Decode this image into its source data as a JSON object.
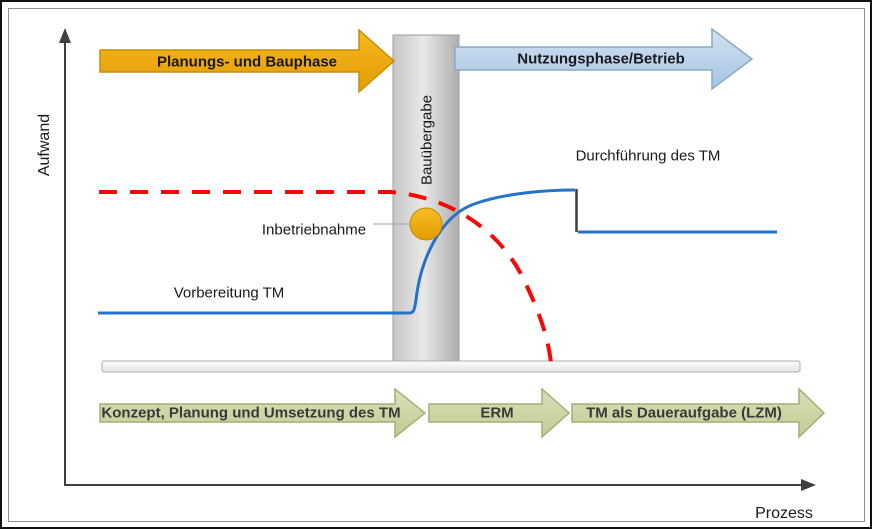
{
  "diagram": {
    "y_axis_label": "Aufwand",
    "x_axis_label": "Prozess",
    "top_arrows": [
      {
        "label": "Planungs- und Bauphase",
        "fill": "#EFA712",
        "border": "#C68E08"
      },
      {
        "label": "Nutzungsphase/Betrieb",
        "fill": "#BDD7EE",
        "border": "#8CA9C4"
      }
    ],
    "handover_bar": {
      "label": "Bauübergabe",
      "fill": "#D6D6D6",
      "border": "#9C9C9C"
    },
    "annotations": {
      "inbetriebnahme": "Inbetriebnahme",
      "vorbereitung": "Vorbereitung TM",
      "durchfuehrung": "Durchführung des TM"
    },
    "bottom_arrows": [
      {
        "label": "Konzept, Planung und Umsetzung des TM",
        "fill": "#CDD6A4",
        "border": "#A2AF74"
      },
      {
        "label": "ERM",
        "fill": "#CDD6A4",
        "border": "#A2AF74"
      },
      {
        "label": "TM als Daueraufgabe (LZM)",
        "fill": "#CDD6A4",
        "border": "#A2AF74"
      }
    ],
    "curves": {
      "declining_effort_dashed": {
        "color": "#F90606",
        "style": "dashed"
      },
      "tm_effort": {
        "color": "#2473C8",
        "style": "solid"
      }
    },
    "marker": {
      "name": "inbetriebnahme-dot",
      "fill": "#EFA712"
    }
  }
}
